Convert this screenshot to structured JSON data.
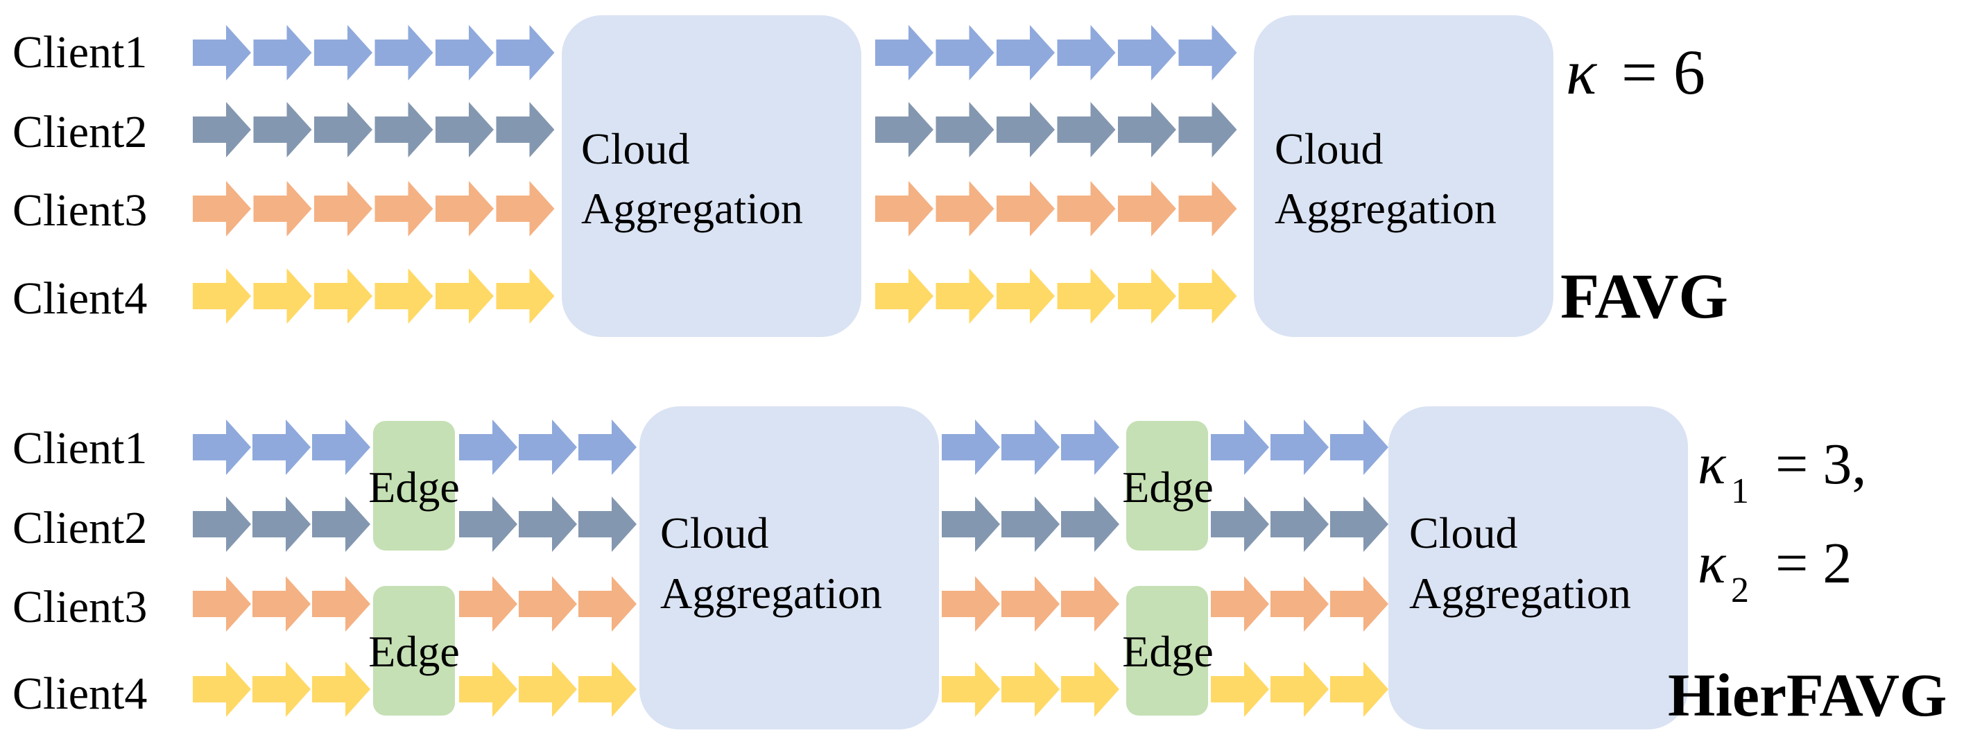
{
  "colors": {
    "client1": "#8FA9DC",
    "client2": "#8497B0",
    "client3": "#F4B183",
    "client4": "#FFD966",
    "cloud_box": "#DAE3F3",
    "edge_box": "#C5E0B4",
    "text": "#000000"
  },
  "favg": {
    "clients": [
      "Client1",
      "Client2",
      "Client3",
      "Client4"
    ],
    "cloud_boxes": [
      {
        "line1": "Cloud",
        "line2": "Aggregation"
      },
      {
        "line1": "Cloud",
        "line2": "Aggregation"
      }
    ],
    "param": {
      "symbol": "κ",
      "eq": "= 6"
    },
    "label": "FAVG"
  },
  "hierfavg": {
    "clients": [
      "Client1",
      "Client2",
      "Client3",
      "Client4"
    ],
    "edge_label": "Edge",
    "cloud_boxes": [
      {
        "line1": "Cloud",
        "line2": "Aggregation"
      },
      {
        "line1": "Cloud",
        "line2": "Aggregation"
      }
    ],
    "param1": {
      "symbol": "κ",
      "sub": "1",
      "eq": "= 3,"
    },
    "param2": {
      "symbol": "κ",
      "sub": "2",
      "eq": "= 2"
    },
    "label": "HierFAVG"
  }
}
